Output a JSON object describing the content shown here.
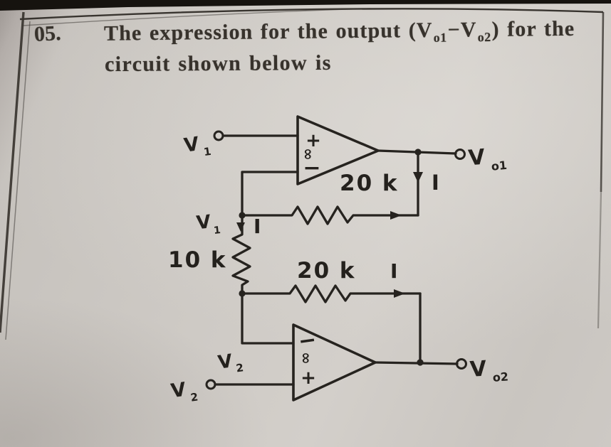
{
  "question": {
    "number": "05.",
    "part1": "The expression for the output (V",
    "sub1": "o1",
    "part2": "−V",
    "sub2": "o2",
    "part3": ") for the",
    "line2": "circuit shown below is"
  },
  "circuit": {
    "opamp1": {
      "noninverting": "+",
      "gain": "∞",
      "inverting": "−"
    },
    "opamp2": {
      "inverting": "−",
      "gain": "∞",
      "noninverting": "+"
    },
    "labels": {
      "input1_base": "V",
      "input1_sub": "1",
      "node1_base": "V",
      "node1_sub": "1",
      "input2_base": "V",
      "input2_sub": "2",
      "node2_base": "V",
      "node2_sub": "2",
      "out1_base": "V",
      "out1_sub": "o1",
      "out2_base": "V",
      "out2_sub": "o2",
      "r_feedback1": "20 k",
      "r_feedback2": "20 k",
      "r_middle": "10 k",
      "current_out1": "I",
      "current_node1": "I",
      "current_feedback2": "I"
    }
  },
  "colors": {
    "ink": "#26231f",
    "paper": "#cdc9c4",
    "border": "#38342f"
  }
}
